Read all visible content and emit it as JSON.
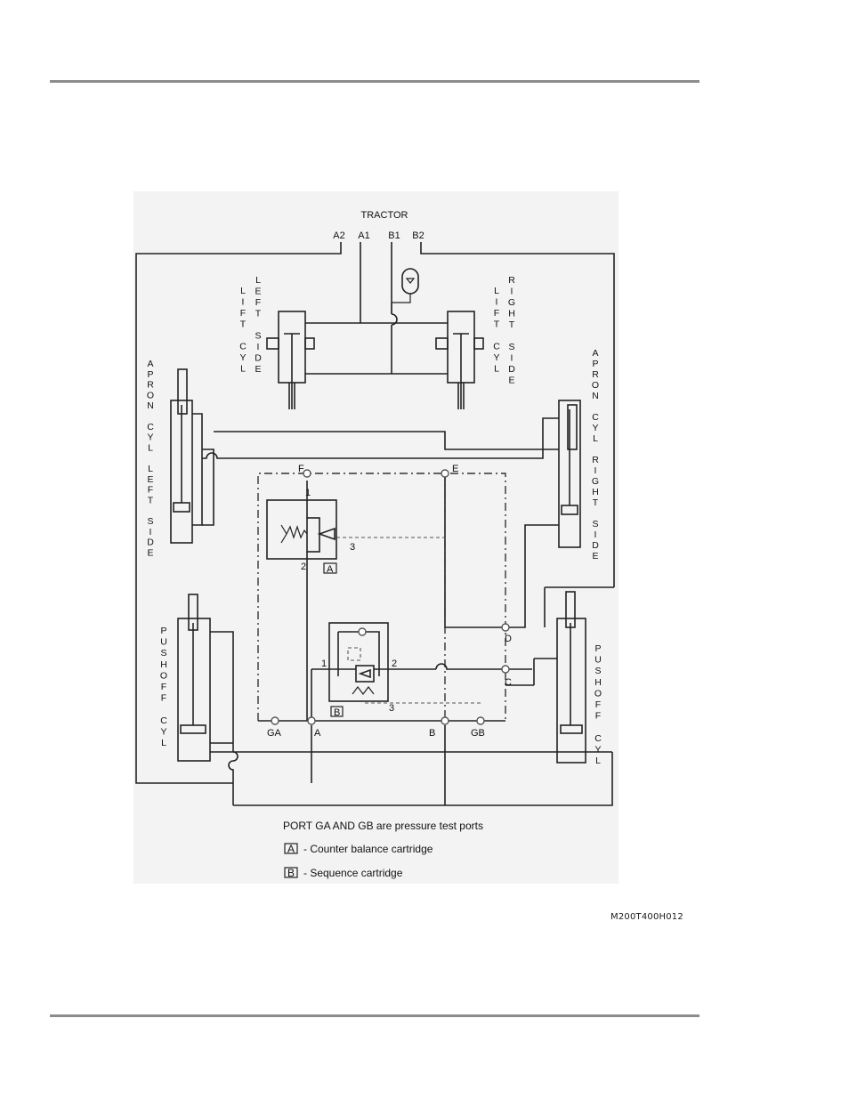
{
  "tractor_label": "TRACTOR",
  "tractor_ports": [
    "A2",
    "A1",
    "B1",
    "B2"
  ],
  "lift_left_label": [
    "L",
    "I",
    "F",
    "T",
    " ",
    "C",
    "Y",
    "L"
  ],
  "lift_left_side": [
    "L",
    "E",
    "F",
    "T",
    " ",
    "S",
    "I",
    "D",
    "E"
  ],
  "lift_right_label": [
    "L",
    "I",
    "F",
    "T",
    " ",
    "C",
    "Y",
    "L"
  ],
  "lift_right_side": [
    "R",
    "I",
    "G",
    "H",
    "T",
    " ",
    "S",
    "I",
    "D",
    "E"
  ],
  "apron_left": [
    "A",
    "P",
    "R",
    "O",
    "N",
    " ",
    "C",
    "Y",
    "L",
    " ",
    "L",
    "E",
    "F",
    "T",
    " ",
    "S",
    "I",
    "D",
    "E"
  ],
  "apron_right": [
    "A",
    "P",
    "R",
    "O",
    "N",
    " ",
    "C",
    "Y",
    "L",
    " ",
    "R",
    "I",
    "G",
    "H",
    "T",
    " ",
    "S",
    "I",
    "D",
    "E"
  ],
  "pushoff_left": [
    "P",
    "U",
    "S",
    "H",
    "O",
    "F",
    "F",
    " ",
    "C",
    "Y",
    "L"
  ],
  "pushoff_right": [
    "P",
    "U",
    "S",
    "H",
    "O",
    "F",
    "F",
    " ",
    "C",
    "Y",
    "L"
  ],
  "nodes": {
    "F": "F",
    "E": "E",
    "D": "D",
    "C": "C",
    "GA": "GA",
    "A": "A",
    "B": "B",
    "GB": "GB"
  },
  "cart_a_ports": [
    "1",
    "2",
    "3"
  ],
  "cart_b_ports": [
    "1",
    "2",
    "3"
  ],
  "cart_a_tag": "A",
  "cart_b_tag": "B",
  "legend": {
    "note": "PORT GA AND GB are pressure test ports",
    "a_key": "A",
    "a_text": "-  Counter balance cartridge",
    "b_key": "B",
    "b_text": "-  Sequence cartridge"
  },
  "figure_code": "M200T400H012"
}
